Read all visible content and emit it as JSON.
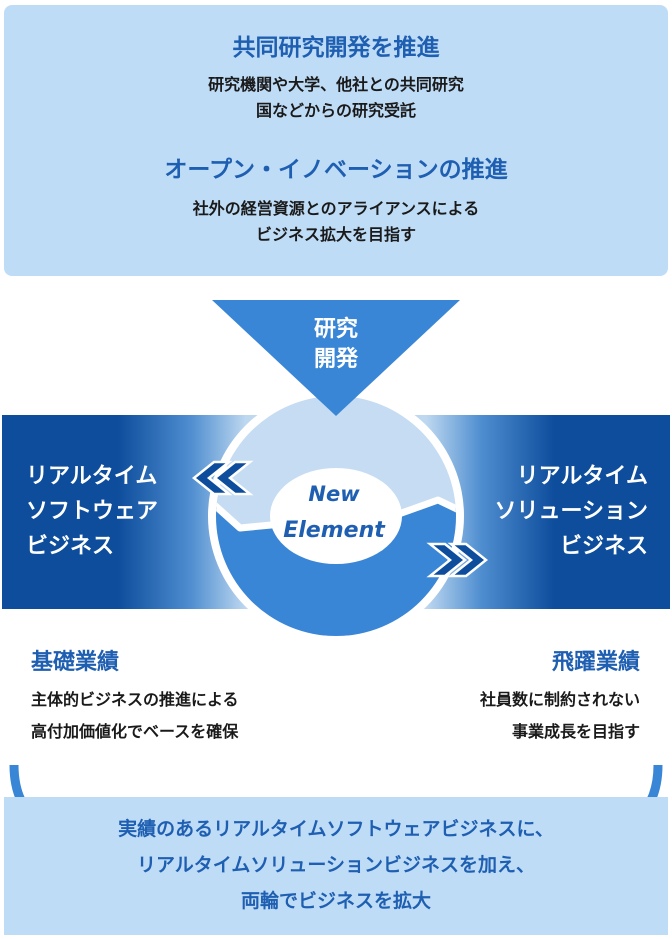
{
  "top": {
    "heading1": "共同研究開発を推進",
    "text1": [
      "研究機関や大学、他社との共同研究",
      "国などからの研究受託"
    ],
    "heading2": "オープン・イノベーションの推進",
    "text2": [
      "社外の経営資源とのアライアンスによる",
      "ビジネス拡大を目指す"
    ]
  },
  "center": {
    "triangle_label": [
      "研究",
      "開発"
    ],
    "circle_label": [
      "New",
      "Element"
    ]
  },
  "left_band": [
    "リアルタイム",
    "ソフトウェア",
    "ビジネス"
  ],
  "right_band": [
    "リアルタイム",
    "ソリューション",
    "ビジネス"
  ],
  "left_result": {
    "heading": "基礎業績",
    "lines": [
      "主体的ビジネスの推進による",
      "高付加価値化でベースを確保"
    ]
  },
  "right_result": {
    "heading": "飛躍業績",
    "lines": [
      "社員数に制約されない",
      "事業成長を目指す"
    ]
  },
  "bottom": {
    "lines": [
      "実績のあるリアルタイムソフトウェアビジネスに、",
      "リアルタイムソリューションビジネスを加え、",
      "両輪でビジネスを拡大"
    ]
  },
  "colors": {
    "dark_blue": "#0d4d9c",
    "mid_blue": "#3a86d6",
    "light_blue": "#bfdcf7",
    "heading_blue": "#1f5fb1"
  }
}
